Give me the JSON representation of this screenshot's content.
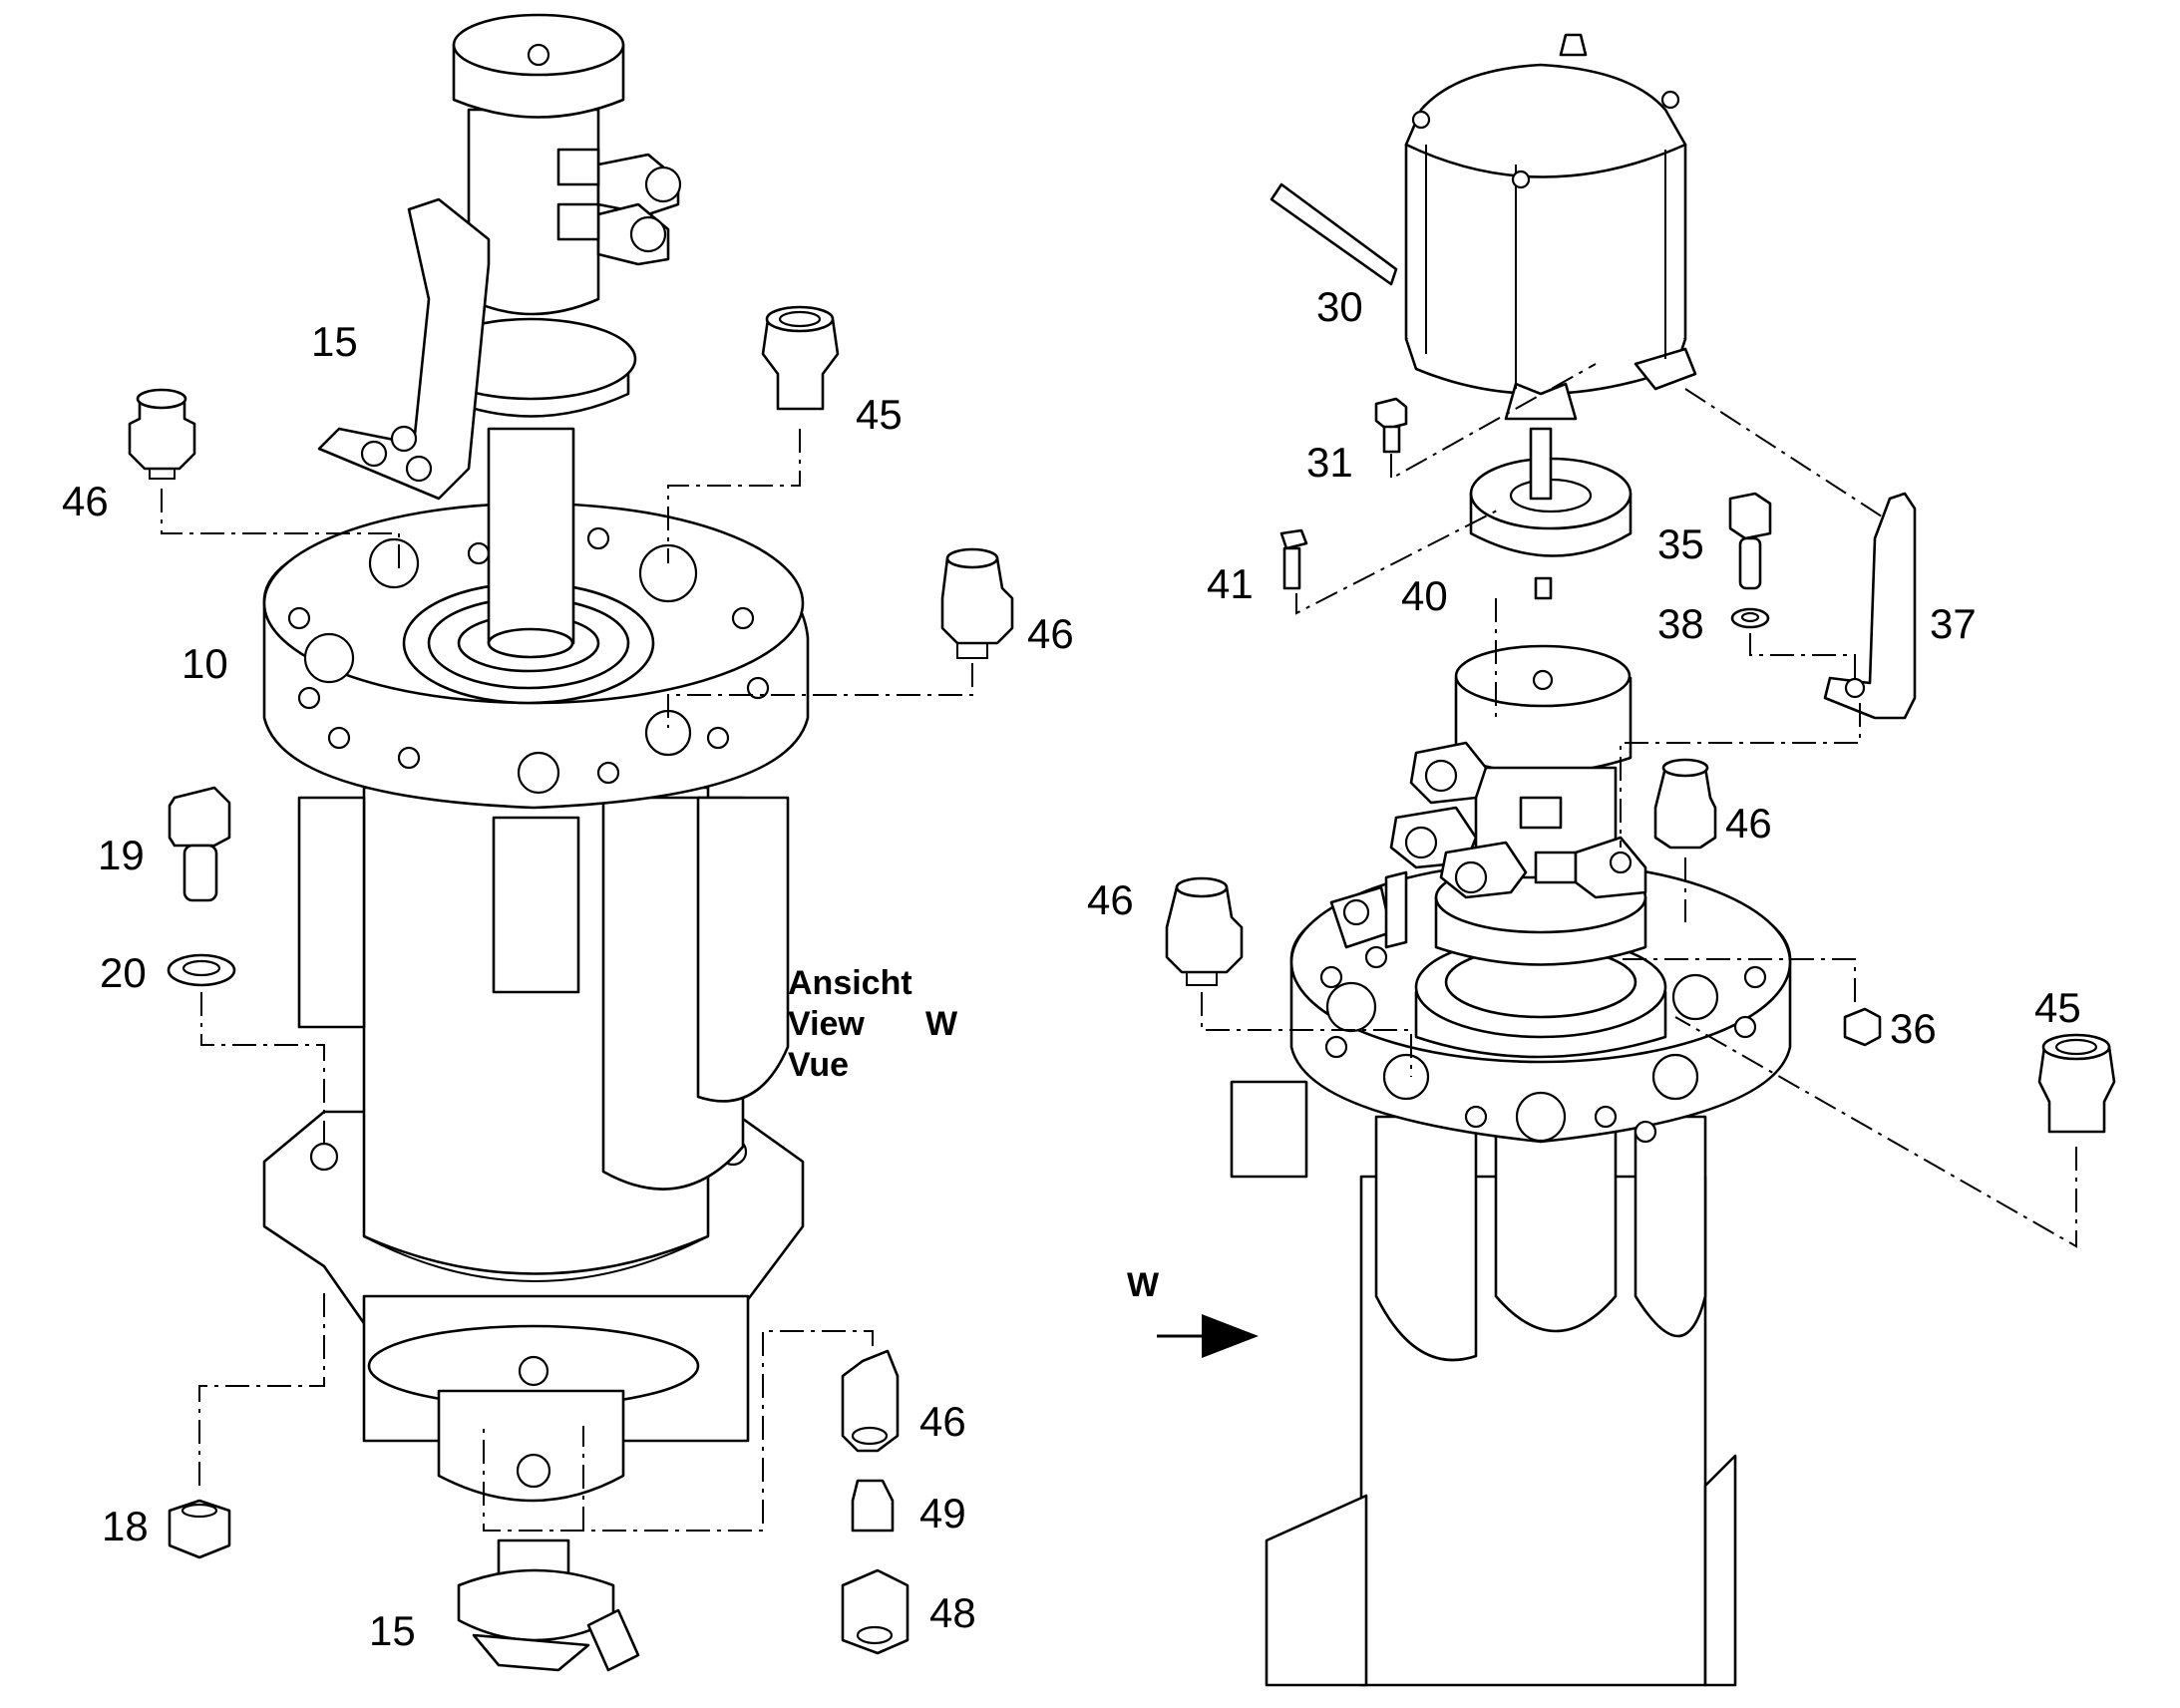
{
  "view_note": {
    "line1": "Ansicht",
    "line2": "View",
    "line3": "Vue",
    "letter": "W"
  },
  "arrow_label": "W",
  "callouts": {
    "c15_top": "15",
    "c46_left": "46",
    "c45_top": "45",
    "c10": "10",
    "c46_mid": "46",
    "c19": "19",
    "c20": "20",
    "c18": "18",
    "c15_bottom": "15",
    "c46_lower": "46",
    "c49": "49",
    "c48": "48",
    "c30": "30",
    "c31": "31",
    "c41": "41",
    "c40": "40",
    "c35": "35",
    "c38": "38",
    "c37": "37",
    "c46_right_top": "46",
    "c46_right_left": "46",
    "c36": "36",
    "c45_right": "45"
  }
}
